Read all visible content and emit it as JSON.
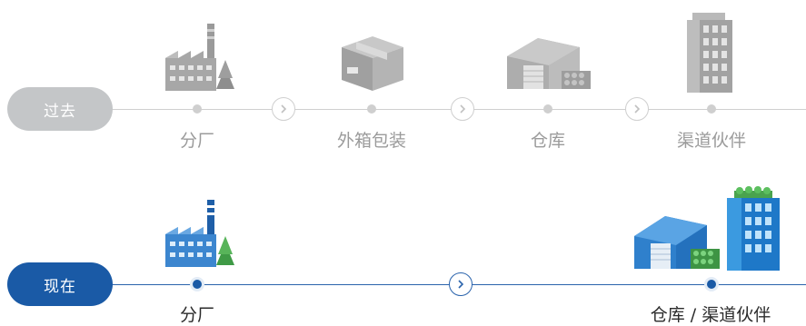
{
  "past": {
    "label": "过去",
    "pill_color": "#c4c6c8",
    "line_color": "#c9c9c9",
    "steps": [
      {
        "label": "分厂",
        "icon": "factory-icon"
      },
      {
        "label": "外箱包装",
        "icon": "box-icon"
      },
      {
        "label": "仓库",
        "icon": "warehouse-icon"
      },
      {
        "label": "渠道伙伴",
        "icon": "building-icon"
      }
    ]
  },
  "present": {
    "label": "现在",
    "pill_color": "#1a5aa6",
    "line_color": "#2a63ac",
    "steps": [
      {
        "label": "分厂",
        "icon": "factory-icon"
      },
      {
        "label": "仓库 / 渠道伙伴",
        "icon": "warehouse-and-building-icon"
      }
    ]
  }
}
